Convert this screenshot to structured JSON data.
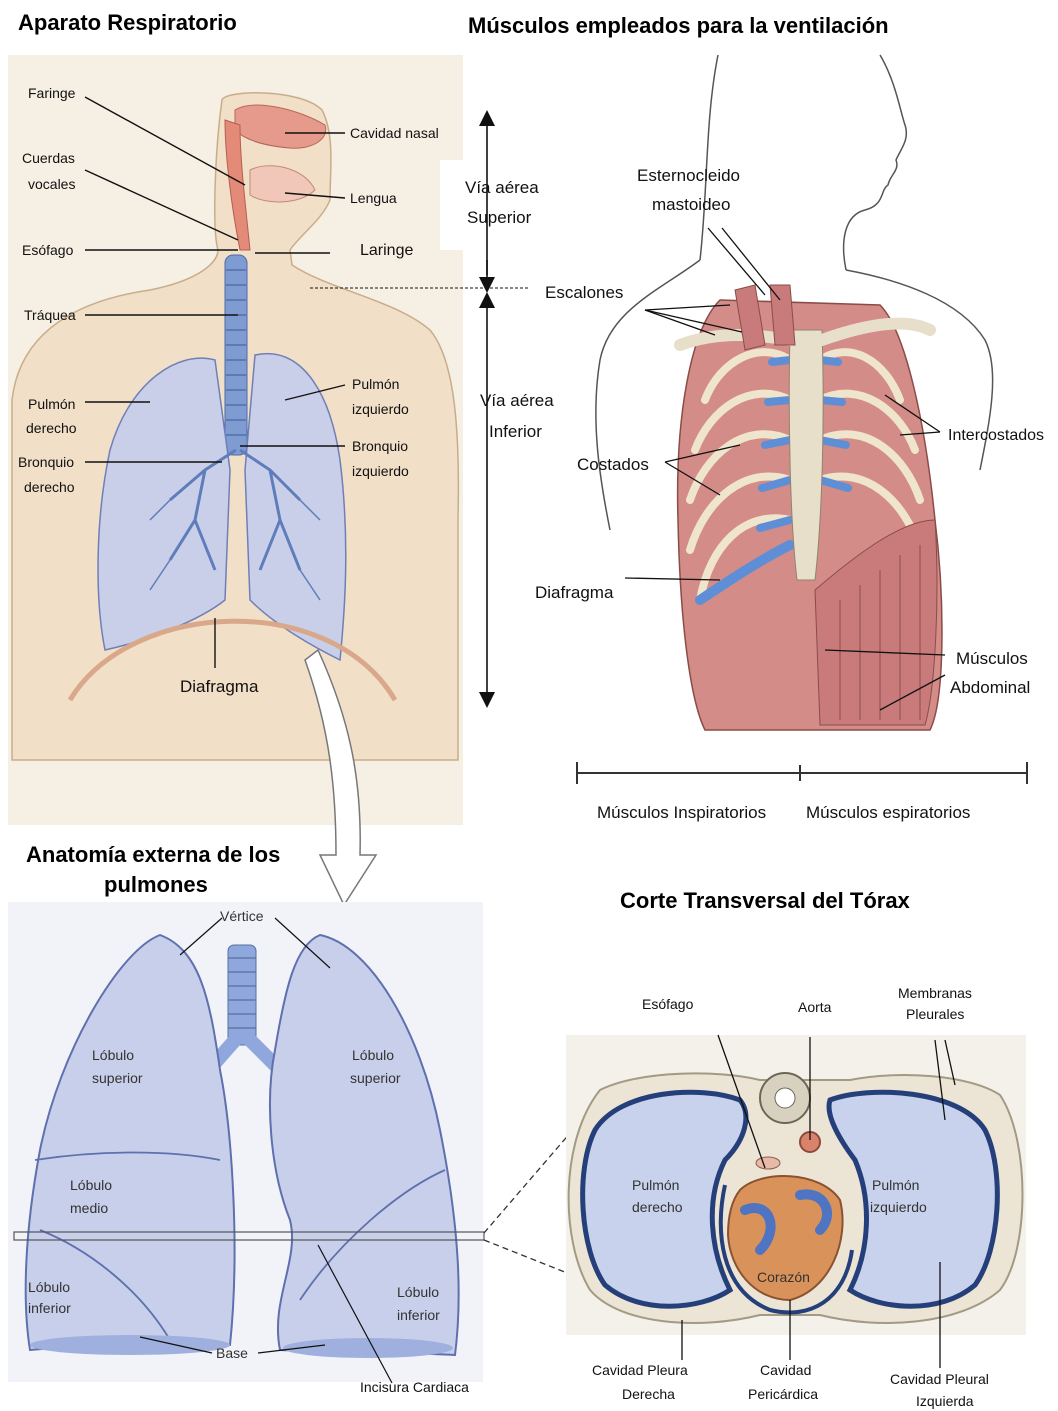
{
  "titles": {
    "respiratory_system": "Aparato Respiratorio",
    "ventilation_muscles": "Músculos empleados para la ventilación",
    "lung_anatomy_line1": "Anatomía externa de los",
    "lung_anatomy_line2": "pulmones",
    "transverse_section": "Corte Transversal del Tórax"
  },
  "respiratory_labels": {
    "faringe": "Faringe",
    "cavidad_nasal": "Cavidad nasal",
    "cuerdas_1": "Cuerdas",
    "cuerdas_2": "vocales",
    "lengua": "Lengua",
    "esofago": "Esófago",
    "laringe": "Laringe",
    "traquea": "Tráquea",
    "pulmon_der_1": "Pulmón",
    "pulmon_der_2": "derecho",
    "pulmon_izq_1": "Pulmón",
    "pulmon_izq_2": "izquierdo",
    "bronquio_izq_1": "Bronquio",
    "bronquio_izq_2": "izquierdo",
    "bronquio_der_1": "Bronquio",
    "bronquio_der_2": "derecho",
    "diafragma": "Diafragma",
    "via_superior_1": "Vía aérea",
    "via_superior_2": "Superior",
    "via_inferior_1": "Vía aérea",
    "via_inferior_2": "Inferior"
  },
  "muscle_labels": {
    "esterno_1": "Esternocleido",
    "esterno_2": "mastoideo",
    "escalones": "Escalones",
    "intercostados": "Intercostados",
    "costados": "Costados",
    "diafragma": "Diafragma",
    "abdominal_1": "Músculos",
    "abdominal_2": "Abdominal",
    "inspiratorios": "Músculos Inspiratorios",
    "espiratorios": "Músculos espiratorios"
  },
  "lung_labels": {
    "vertice": "Vértice",
    "lobulo_sup_der_1": "Lóbulo",
    "lobulo_sup_der_2": "superior",
    "lobulo_sup_izq_1": "Lóbulo",
    "lobulo_sup_izq_2": "superior",
    "lobulo_medio_1": "Lóbulo",
    "lobulo_medio_2": "medio",
    "lobulo_inf_der_1": "Lóbulo",
    "lobulo_inf_der_2": "inferior",
    "lobulo_inf_izq_1": "Lóbulo",
    "lobulo_inf_izq_2": "inferior",
    "base": "Base",
    "incisura": "Incisura Cardiaca"
  },
  "section_labels": {
    "esofago": "Esófago",
    "aorta": "Aorta",
    "membranas_1": "Membranas",
    "membranas_2": "Pleurales",
    "pulmon_der_1": "Pulmón",
    "pulmon_der_2": "derecho",
    "pulmon_izq_1": "Pulmón",
    "pulmon_izq_2": "izquierdo",
    "corazon": "Corazón",
    "cav_pleura_der_1": "Cavidad Pleura",
    "cav_pleura_der_2": "Derecha",
    "cav_pericardica_1": "Cavidad",
    "cav_pericardica_2": "Pericárdica",
    "cav_pleural_izq_1": "Cavidad Pleural",
    "cav_pleural_izq_2": "Izquierda"
  },
  "colors": {
    "lung_fill": "#c9cfe8",
    "lung_stroke": "#6f7fb8",
    "muscle": "#c97b7b",
    "bone": "#e2d9c4",
    "cartilage": "#6b95d4",
    "skin": "#f3e6d6",
    "heart": "#d9925a"
  }
}
